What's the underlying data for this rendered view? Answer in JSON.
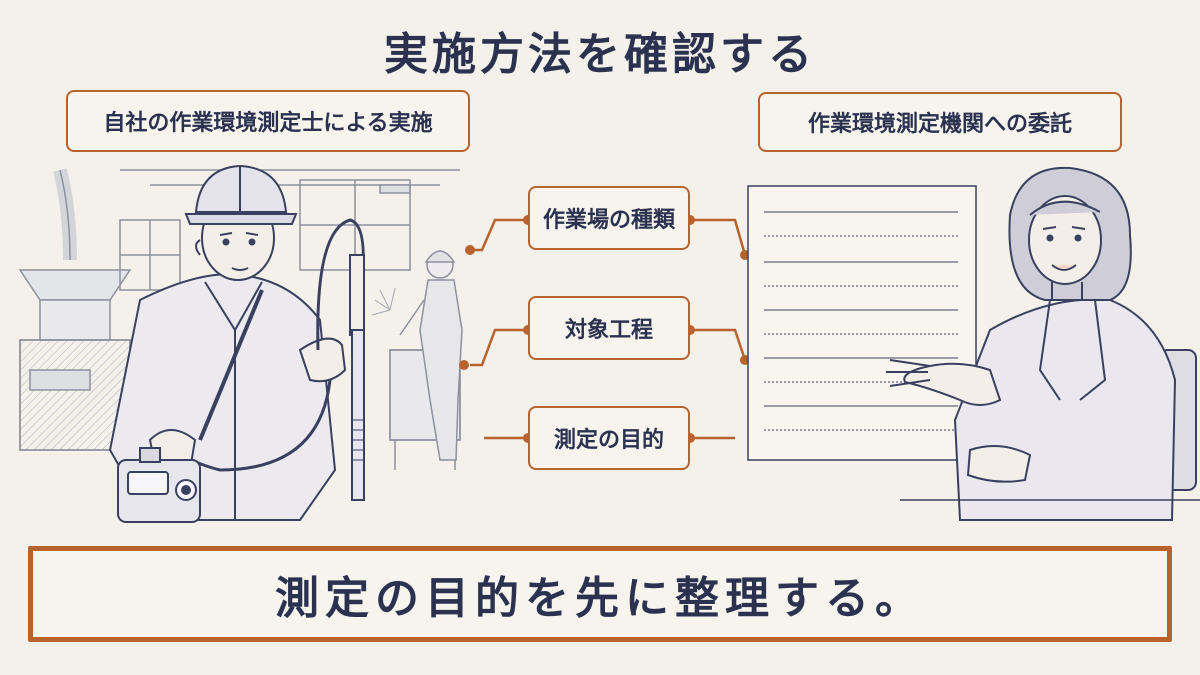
{
  "title": "実施方法を確認する",
  "left_option": "自社の作業環境測定士による実施",
  "right_option": "作業環境測定機関への委託",
  "items": [
    {
      "label": "作業場の種類"
    },
    {
      "label": "対象工程"
    },
    {
      "label": "測定の目的"
    }
  ],
  "conclusion": "測定の目的を先に整理する。",
  "colors": {
    "accent": "#b8622e",
    "ink": "#2a3250",
    "background": "#f4f1ea"
  },
  "icons": [
    "hard-hat-icon",
    "gas-sampler-icon",
    "clipboard-icon"
  ]
}
